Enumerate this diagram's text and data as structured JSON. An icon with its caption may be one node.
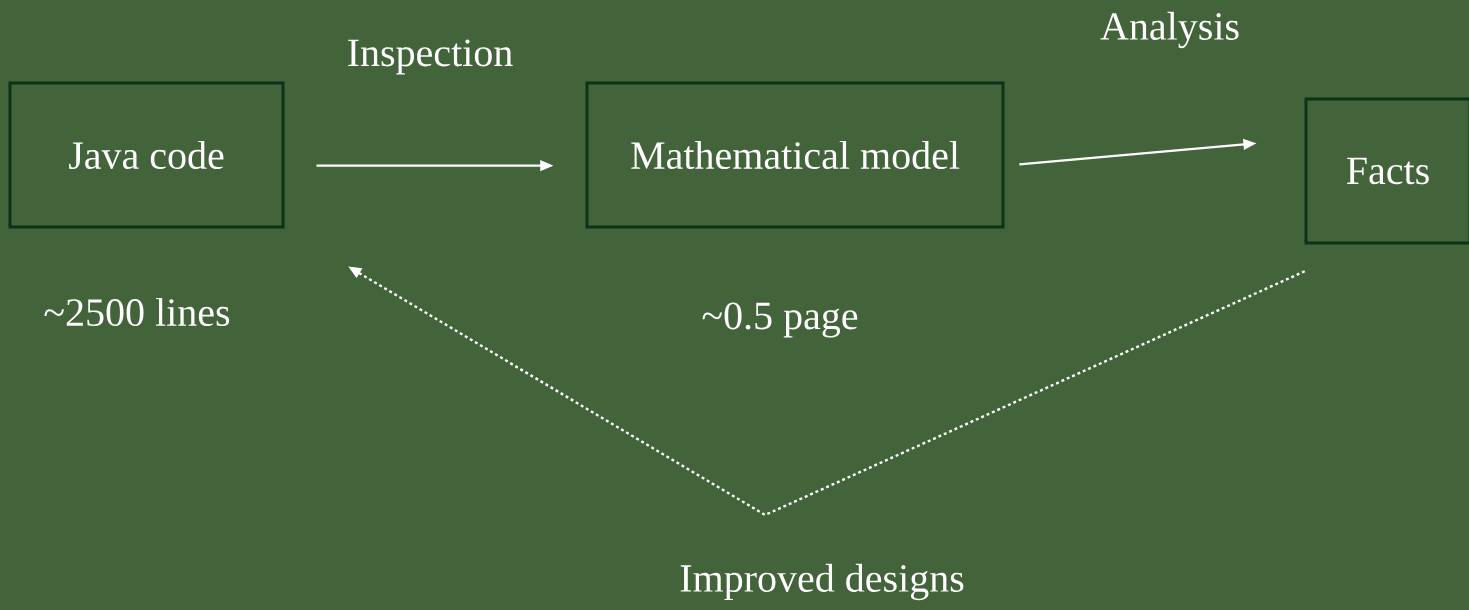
{
  "diagram": {
    "nodes": [
      {
        "text": [
          "Java code"
        ],
        "beside": [
          "~2500 lines"
        ]
      },
      {
        "text": [
          "Mathematical model"
        ],
        "beside": [
          "~0.5 page"
        ]
      },
      {
        "text": [
          "Facts"
        ]
      }
    ],
    "edges": [
      {
        "from": 0,
        "to": 1,
        "arrow": "to",
        "label": "Inspection"
      },
      {
        "from": 1,
        "to": 2,
        "arrow": "to",
        "label": "Analysis"
      },
      {
        "from": 2,
        "to": 0,
        "arrow": "to",
        "style": "dashed",
        "label": "Improved designs"
      }
    ]
  }
}
